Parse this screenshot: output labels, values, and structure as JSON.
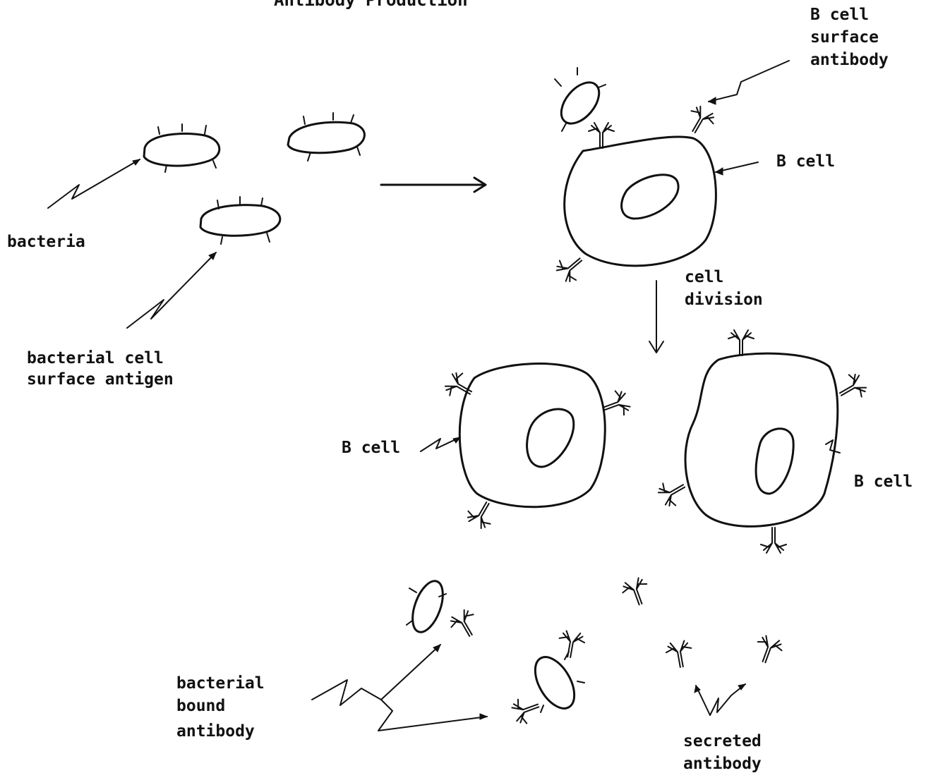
{
  "title": "Antibody Production",
  "labels": {
    "bacteria": "bacteria",
    "bacterial_antigen": [
      "bacterial cell",
      "surface antigen"
    ],
    "b_cell_surface_antibody": [
      "B cell",
      "surface",
      "antibody"
    ],
    "b_cell_top": "B cell",
    "cell_division": [
      "cell",
      "division"
    ],
    "b_cell_left": "B cell",
    "b_cell_right": "B cell",
    "bacterial_bound_antibody": [
      "bacterial",
      "bound",
      "antibody"
    ],
    "secreted_antibody": [
      "secreted",
      "antibody"
    ]
  },
  "colors": {
    "ink": "#111111",
    "background": "#ffffff"
  }
}
